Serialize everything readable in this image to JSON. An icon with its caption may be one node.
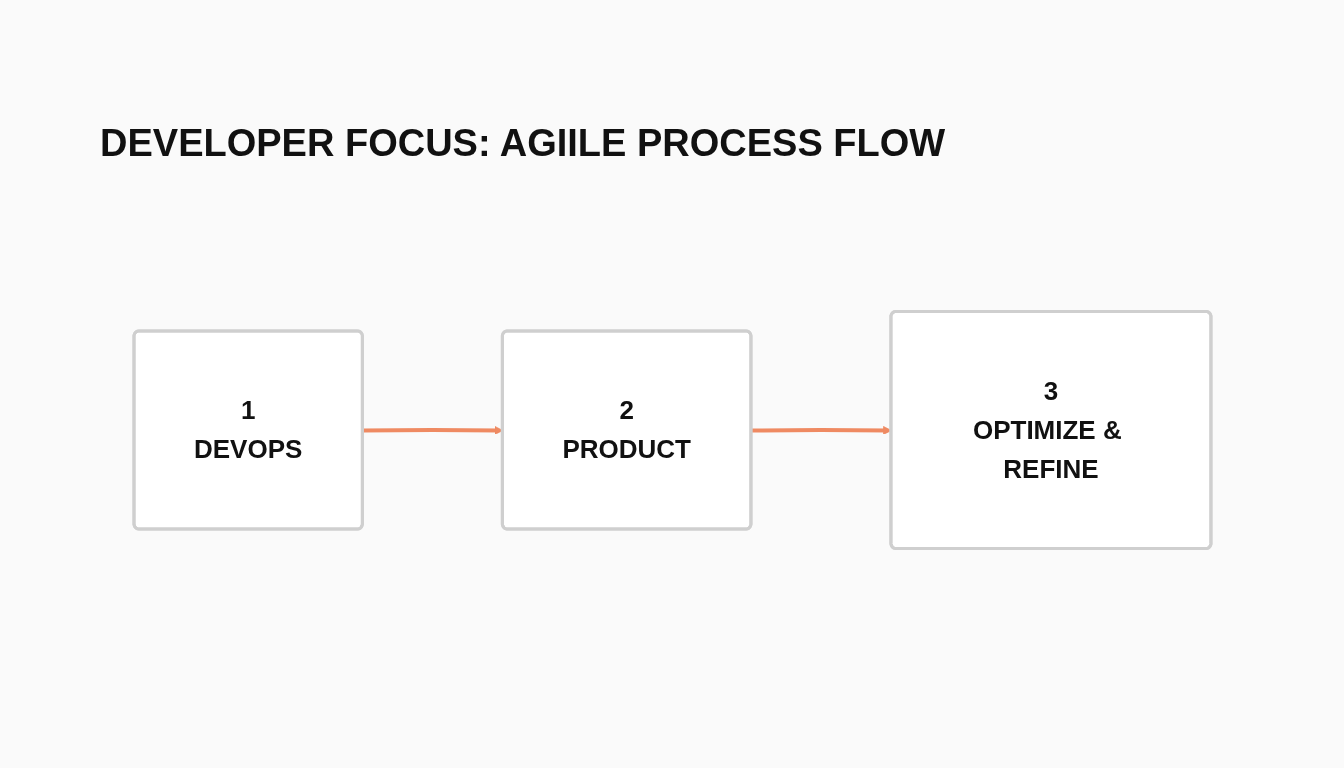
{
  "diagram": {
    "title": "DEVELOPER FOCUS: AGIILE PROCESS FLOW",
    "nodes": [
      {
        "text": [
          "1",
          "DEVOPS"
        ]
      },
      {
        "text": [
          "2",
          "PRODUCT"
        ]
      },
      {
        "text": [
          "3",
          "OPTIMIZE & REFINE"
        ]
      }
    ],
    "edges": [
      {
        "from": 0,
        "to": 1,
        "arrow": "to"
      },
      {
        "from": 1,
        "to": 2,
        "arrow": "to"
      }
    ]
  }
}
